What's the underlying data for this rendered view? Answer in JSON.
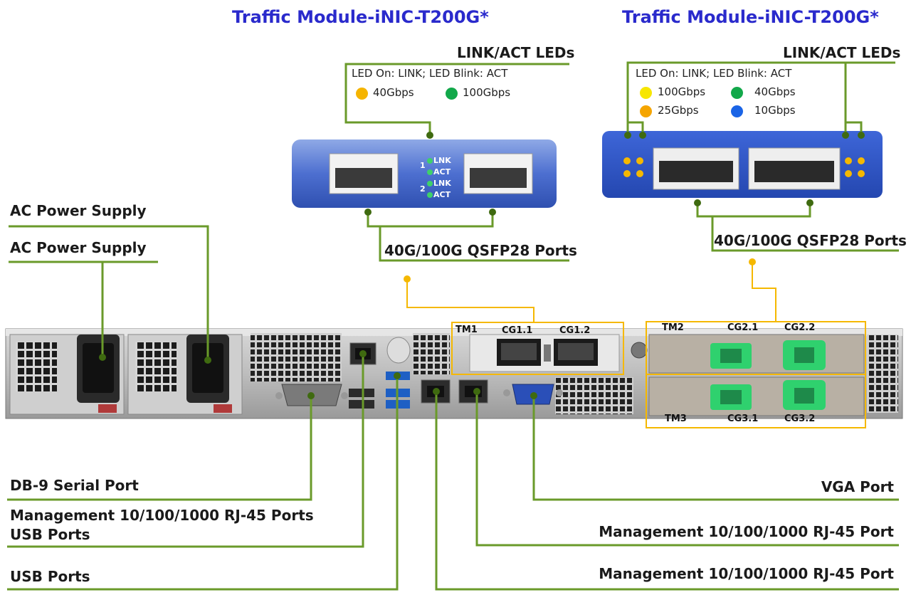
{
  "module_left": {
    "title": "Traffic Module-iNIC-T200G*",
    "leds_heading": "LINK/ACT LEDs",
    "led_note": "LED On: LINK; LED Blink: ACT",
    "legend": [
      {
        "label": "40Gbps",
        "color": "#f5b400"
      },
      {
        "label": "100Gbps",
        "color": "#12a84a"
      }
    ],
    "led_labels": {
      "port1": "1",
      "port2": "2",
      "lnk": "LNK",
      "act": "ACT"
    },
    "ports_label": "40G/100G QSFP28 Ports"
  },
  "module_right": {
    "title": "Traffic Module-iNIC-T200G*",
    "leds_heading": "LINK/ACT LEDs",
    "led_note": "LED On: LINK; LED Blink: ACT",
    "legend": [
      {
        "label": "100Gbps",
        "color": "#f7e600"
      },
      {
        "label": "40Gbps",
        "color": "#12a84a"
      },
      {
        "label": "25Gbps",
        "color": "#f5a500"
      },
      {
        "label": "10Gbps",
        "color": "#1a64e6"
      }
    ],
    "ports_label": "40G/100G QSFP28 Ports"
  },
  "chassis": {
    "tm1": {
      "label": "TM1",
      "port1": "CG1.1",
      "port2": "CG1.2"
    },
    "tm2": {
      "label": "TM2",
      "port1": "CG2.1",
      "port2": "CG2.2"
    },
    "tm3": {
      "label": "TM3",
      "port1": "CG3.1",
      "port2": "CG3.2"
    }
  },
  "labels_left": {
    "psu1": "AC Power Supply",
    "psu2": "AC Power Supply",
    "serial": "DB-9 Serial Port",
    "mgmt": "Management 10/100/1000 RJ-45 Ports",
    "usb1": "USB Ports",
    "usb2": "USB Ports"
  },
  "labels_right": {
    "vga": "VGA Port",
    "mgmt1": "Management 10/100/1000 RJ-45 Port",
    "mgmt2": "Management 10/100/1000 RJ-45 Port"
  },
  "colors": {
    "leader": "#6a9a2a",
    "highlight": "#f5b800",
    "title": "#2a2acc",
    "module_blue": "#3a5fc8"
  }
}
